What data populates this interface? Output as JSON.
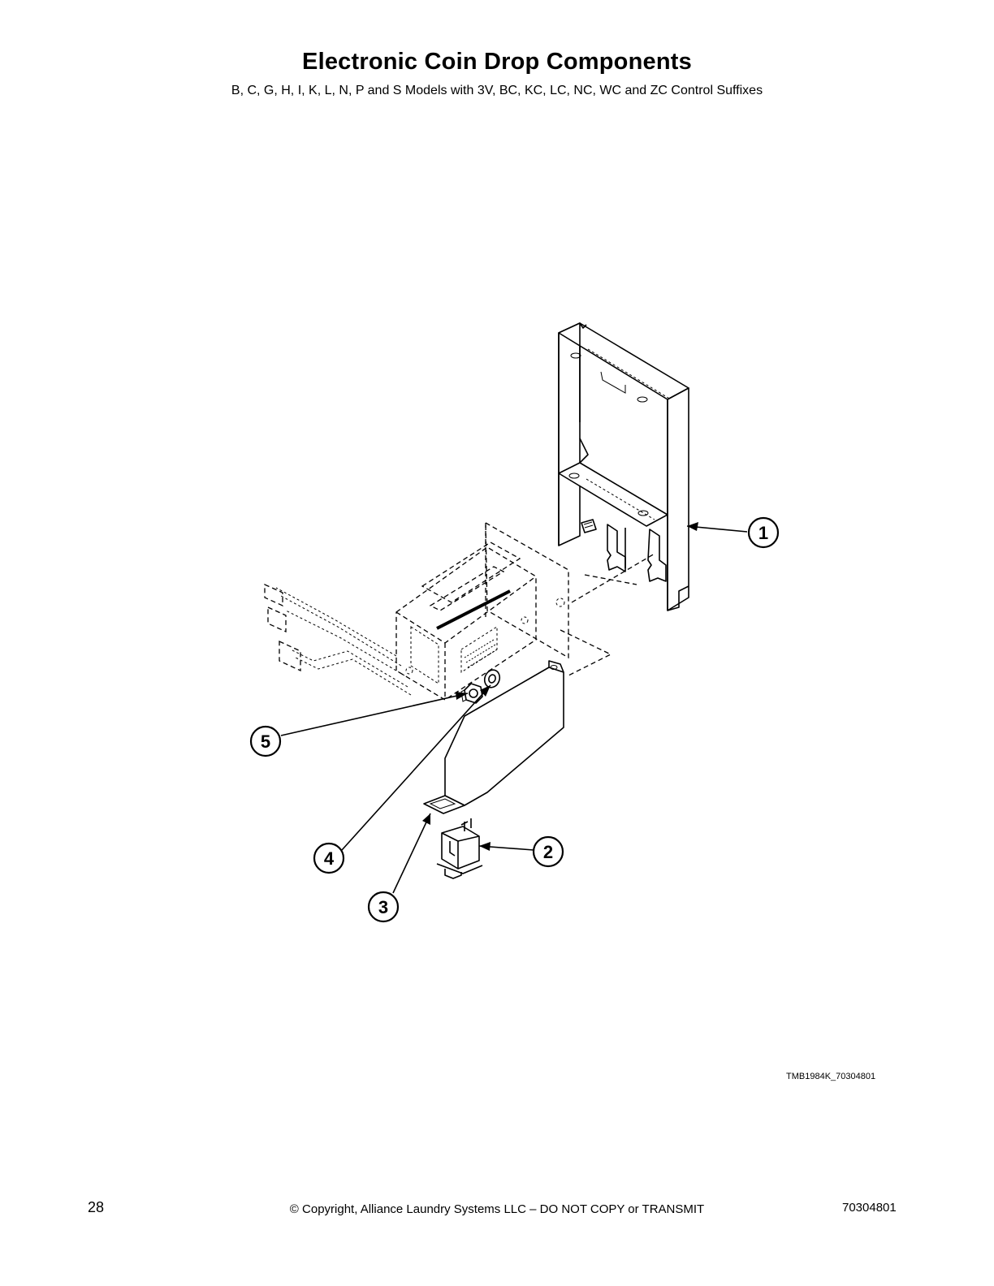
{
  "header": {
    "title": "Electronic Coin Drop Components",
    "subtitle": "B, C, G, H, I, K, L, N, P and S Models with 3V, BC, KC, LC, NC, WC and ZC Control Suffixes"
  },
  "diagram": {
    "callouts": [
      "1",
      "2",
      "3",
      "4",
      "5"
    ],
    "drawing_id": "TMB1984K_70304801"
  },
  "footer": {
    "page_number": "28",
    "copyright": "© Copyright, Alliance Laundry Systems LLC – DO NOT COPY or TRANSMIT",
    "doc_number": "70304801"
  }
}
